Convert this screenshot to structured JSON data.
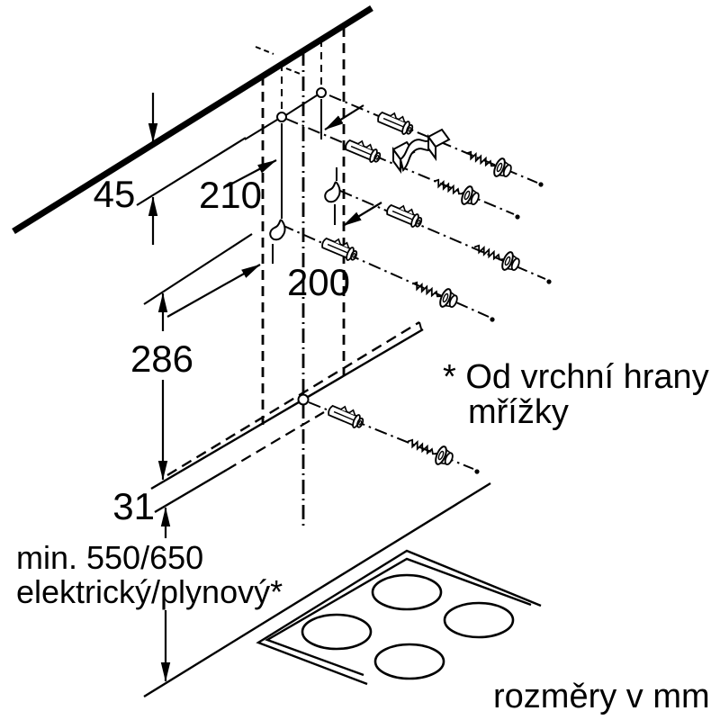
{
  "diagram": {
    "type": "installation-drawing",
    "dimensions": {
      "wall_to_top": "45",
      "upper_holes_spacing": "210",
      "lower_holes_spacing": "200",
      "top_to_rail": "286",
      "rail_offset": "31"
    },
    "clearance": {
      "line1": "min. 550/650",
      "line2": "elektrický/plynový*"
    },
    "note": {
      "line1": "* Od vrchní hrany",
      "line2": "mřížky"
    },
    "footer": {
      "units_label": "rozměry v mm"
    },
    "colors": {
      "ink": "#000000",
      "background": "#ffffff"
    }
  }
}
